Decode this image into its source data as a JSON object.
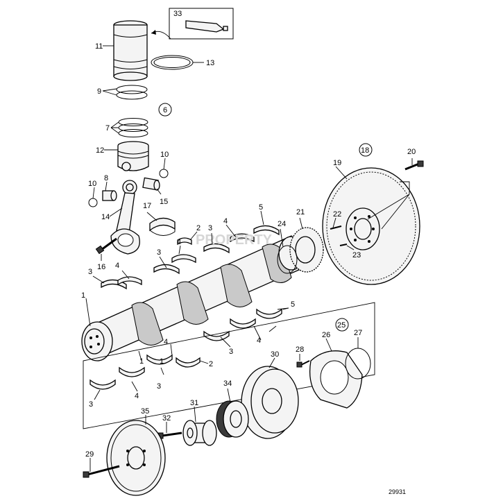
{
  "drawing_ref": "29931",
  "callouts": {
    "c1": "1",
    "c2": "2",
    "c3": "3",
    "c4": "4",
    "c5": "5",
    "c6": "6",
    "c7": "7",
    "c8": "8",
    "c9": "9",
    "c10": "10",
    "c11": "11",
    "c12": "12",
    "c13": "13",
    "c14": "14",
    "c15": "15",
    "c16": "16",
    "c17": "17",
    "c18": "18",
    "c19": "19",
    "c20": "20",
    "c21": "21",
    "c22": "22",
    "c23": "23",
    "c24": "24",
    "c25": "25",
    "c26": "26",
    "c27": "27",
    "c28": "28",
    "c29": "29",
    "c30": "30",
    "c31": "31",
    "c32": "32",
    "c33": "33",
    "c34": "34",
    "c35": "35"
  }
}
